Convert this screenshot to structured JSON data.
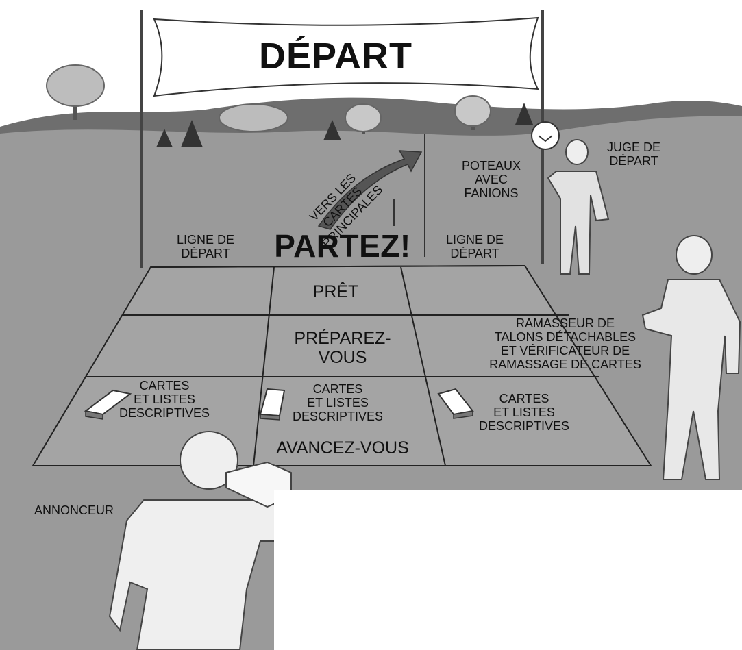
{
  "banner": {
    "title": "DÉPART"
  },
  "direction": {
    "text": "VERS LES\nCARTES\nPRINCIPALES"
  },
  "posts": {
    "label": "POTEAUX\nAVEC\nFANIONS"
  },
  "judge": {
    "label": "JUGE DE\nDÉPART"
  },
  "start_line": {
    "left": "LIGNE DE\nDÉPART",
    "right": "LIGNE DE\nDÉPART"
  },
  "commands": {
    "go": "PARTEZ!",
    "ready": "PRÊT",
    "prepare": "PRÉPAREZ-\nVOUS",
    "advance": "AVANCEZ-VOUS"
  },
  "collector": {
    "label": "RAMASSEUR DE\nTALONS DÉTACHABLES\nET VÉRIFICATEUR DE\nRAMASSAGE DE CARTES"
  },
  "maps": {
    "left": "CARTES\nET LISTES\nDESCRIPTIVES",
    "center": "CARTES\nET LISTES\nDESCRIPTIVES",
    "right": "CARTES\nET LISTES\nDESCRIPTIVES"
  },
  "announcer": {
    "label": "ANNONCEUR"
  },
  "colors": {
    "ground": "#9a9a9a",
    "hills": "#6e6e6e",
    "ink": "#111111",
    "paper": "#ffffff"
  }
}
